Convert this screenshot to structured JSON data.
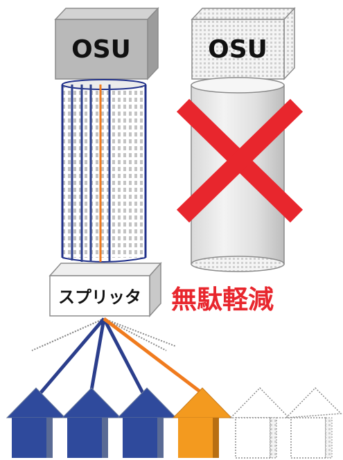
{
  "left_box": {
    "label": "OSU",
    "color": "#b9b9b9"
  },
  "right_box": {
    "label": "OSU",
    "color": "#f2f2f2"
  },
  "splitter": {
    "label": "スプリッタ"
  },
  "reduction": {
    "label": "無駄軽減",
    "color": "#e8262d"
  },
  "x_mark": {
    "color": "#e8262d"
  },
  "fiber_colors": {
    "blue": "#2b3e8c",
    "orange": "#f07b1e"
  },
  "houses": [
    {
      "state": "connected",
      "color": "#2f4a9c"
    },
    {
      "state": "connected",
      "color": "#2f4a9c"
    },
    {
      "state": "connected",
      "color": "#2f4a9c"
    },
    {
      "state": "connected",
      "color": "#f39a1f"
    },
    {
      "state": "unused",
      "color": "#ffffff"
    },
    {
      "state": "unused",
      "color": "#ffffff"
    }
  ]
}
